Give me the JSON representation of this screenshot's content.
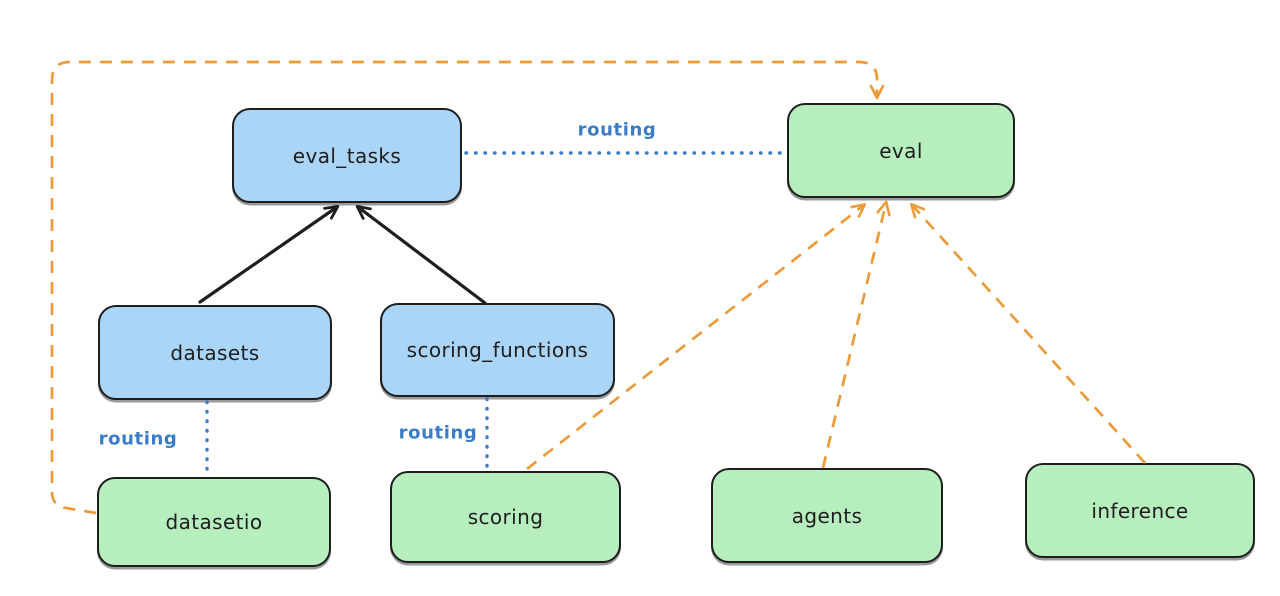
{
  "diagram": {
    "colors": {
      "blue_box_fill": "#abd5f6",
      "green_box_fill": "#b6eebe",
      "box_border": "#1e1e1e",
      "black_arrow": "#1e1e1e",
      "orange_dashed": "#ec9b3a",
      "routing_blue": "#3b7cc9",
      "background": "#ffffff"
    },
    "nodes": [
      {
        "id": "eval_tasks",
        "label": "eval_tasks",
        "color": "blue"
      },
      {
        "id": "eval",
        "label": "eval",
        "color": "green"
      },
      {
        "id": "datasets",
        "label": "datasets",
        "color": "blue"
      },
      {
        "id": "scoring_functions",
        "label": "scoring_functions",
        "color": "blue"
      },
      {
        "id": "datasetio",
        "label": "datasetio",
        "color": "green"
      },
      {
        "id": "scoring",
        "label": "scoring",
        "color": "green"
      },
      {
        "id": "agents",
        "label": "agents",
        "color": "green"
      },
      {
        "id": "inference",
        "label": "inference",
        "color": "green"
      }
    ],
    "edges": [
      {
        "from": "datasets",
        "to": "eval_tasks",
        "style": "solid-black-arrow"
      },
      {
        "from": "scoring_functions",
        "to": "eval_tasks",
        "style": "solid-black-arrow"
      },
      {
        "from": "eval_tasks",
        "to": "eval",
        "style": "dotted-blue",
        "label": "routing"
      },
      {
        "from": "datasets",
        "to": "datasetio",
        "style": "dotted-blue",
        "label": "routing"
      },
      {
        "from": "scoring_functions",
        "to": "scoring",
        "style": "dotted-blue",
        "label": "routing"
      },
      {
        "from": "datasetio",
        "to": "eval",
        "style": "dashed-orange-arrow"
      },
      {
        "from": "scoring",
        "to": "eval",
        "style": "dashed-orange-arrow"
      },
      {
        "from": "agents",
        "to": "eval",
        "style": "dashed-orange-arrow"
      },
      {
        "from": "inference",
        "to": "eval",
        "style": "dashed-orange-arrow"
      }
    ],
    "edge_labels": [
      {
        "text": "routing"
      },
      {
        "text": "routing"
      },
      {
        "text": "routing"
      }
    ]
  }
}
